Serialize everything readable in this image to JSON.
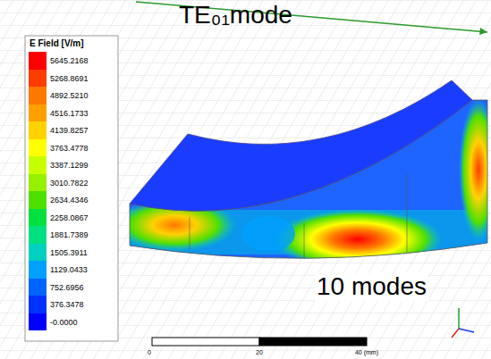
{
  "diagram": {
    "title": "TE₀₁mode",
    "labels": [
      "E Field [V/m]",
      "10 modes",
      "0",
      "20",
      "40 (mm)"
    ],
    "legend": [
      {
        "text": "5645.2168",
        "color": "#ff0000"
      },
      {
        "text": "5268.8691",
        "color": "#ff3c00"
      },
      {
        "text": "4892.5210",
        "color": "#ff7800"
      },
      {
        "text": "4516.1733",
        "color": "#ffa000"
      },
      {
        "text": "4139.8257",
        "color": "#ffd200"
      },
      {
        "text": "3763.4778",
        "color": "#ffff00"
      },
      {
        "text": "3387.1299",
        "color": "#c8ff00"
      },
      {
        "text": "3010.7822",
        "color": "#96f000"
      },
      {
        "text": "2634.4346",
        "color": "#50e000"
      },
      {
        "text": "2258.0867",
        "color": "#00e040"
      },
      {
        "text": "1881.7389",
        "color": "#00e080"
      },
      {
        "text": "1505.3911",
        "color": "#00d0c0"
      },
      {
        "text": "1129.0433",
        "color": "#00a0ff"
      },
      {
        "text": "752.6956",
        "color": "#0064ff"
      },
      {
        "text": "376.3478",
        "color": "#0032ff"
      },
      {
        "text": "-0.0000",
        "color": "#0000ff"
      }
    ]
  }
}
